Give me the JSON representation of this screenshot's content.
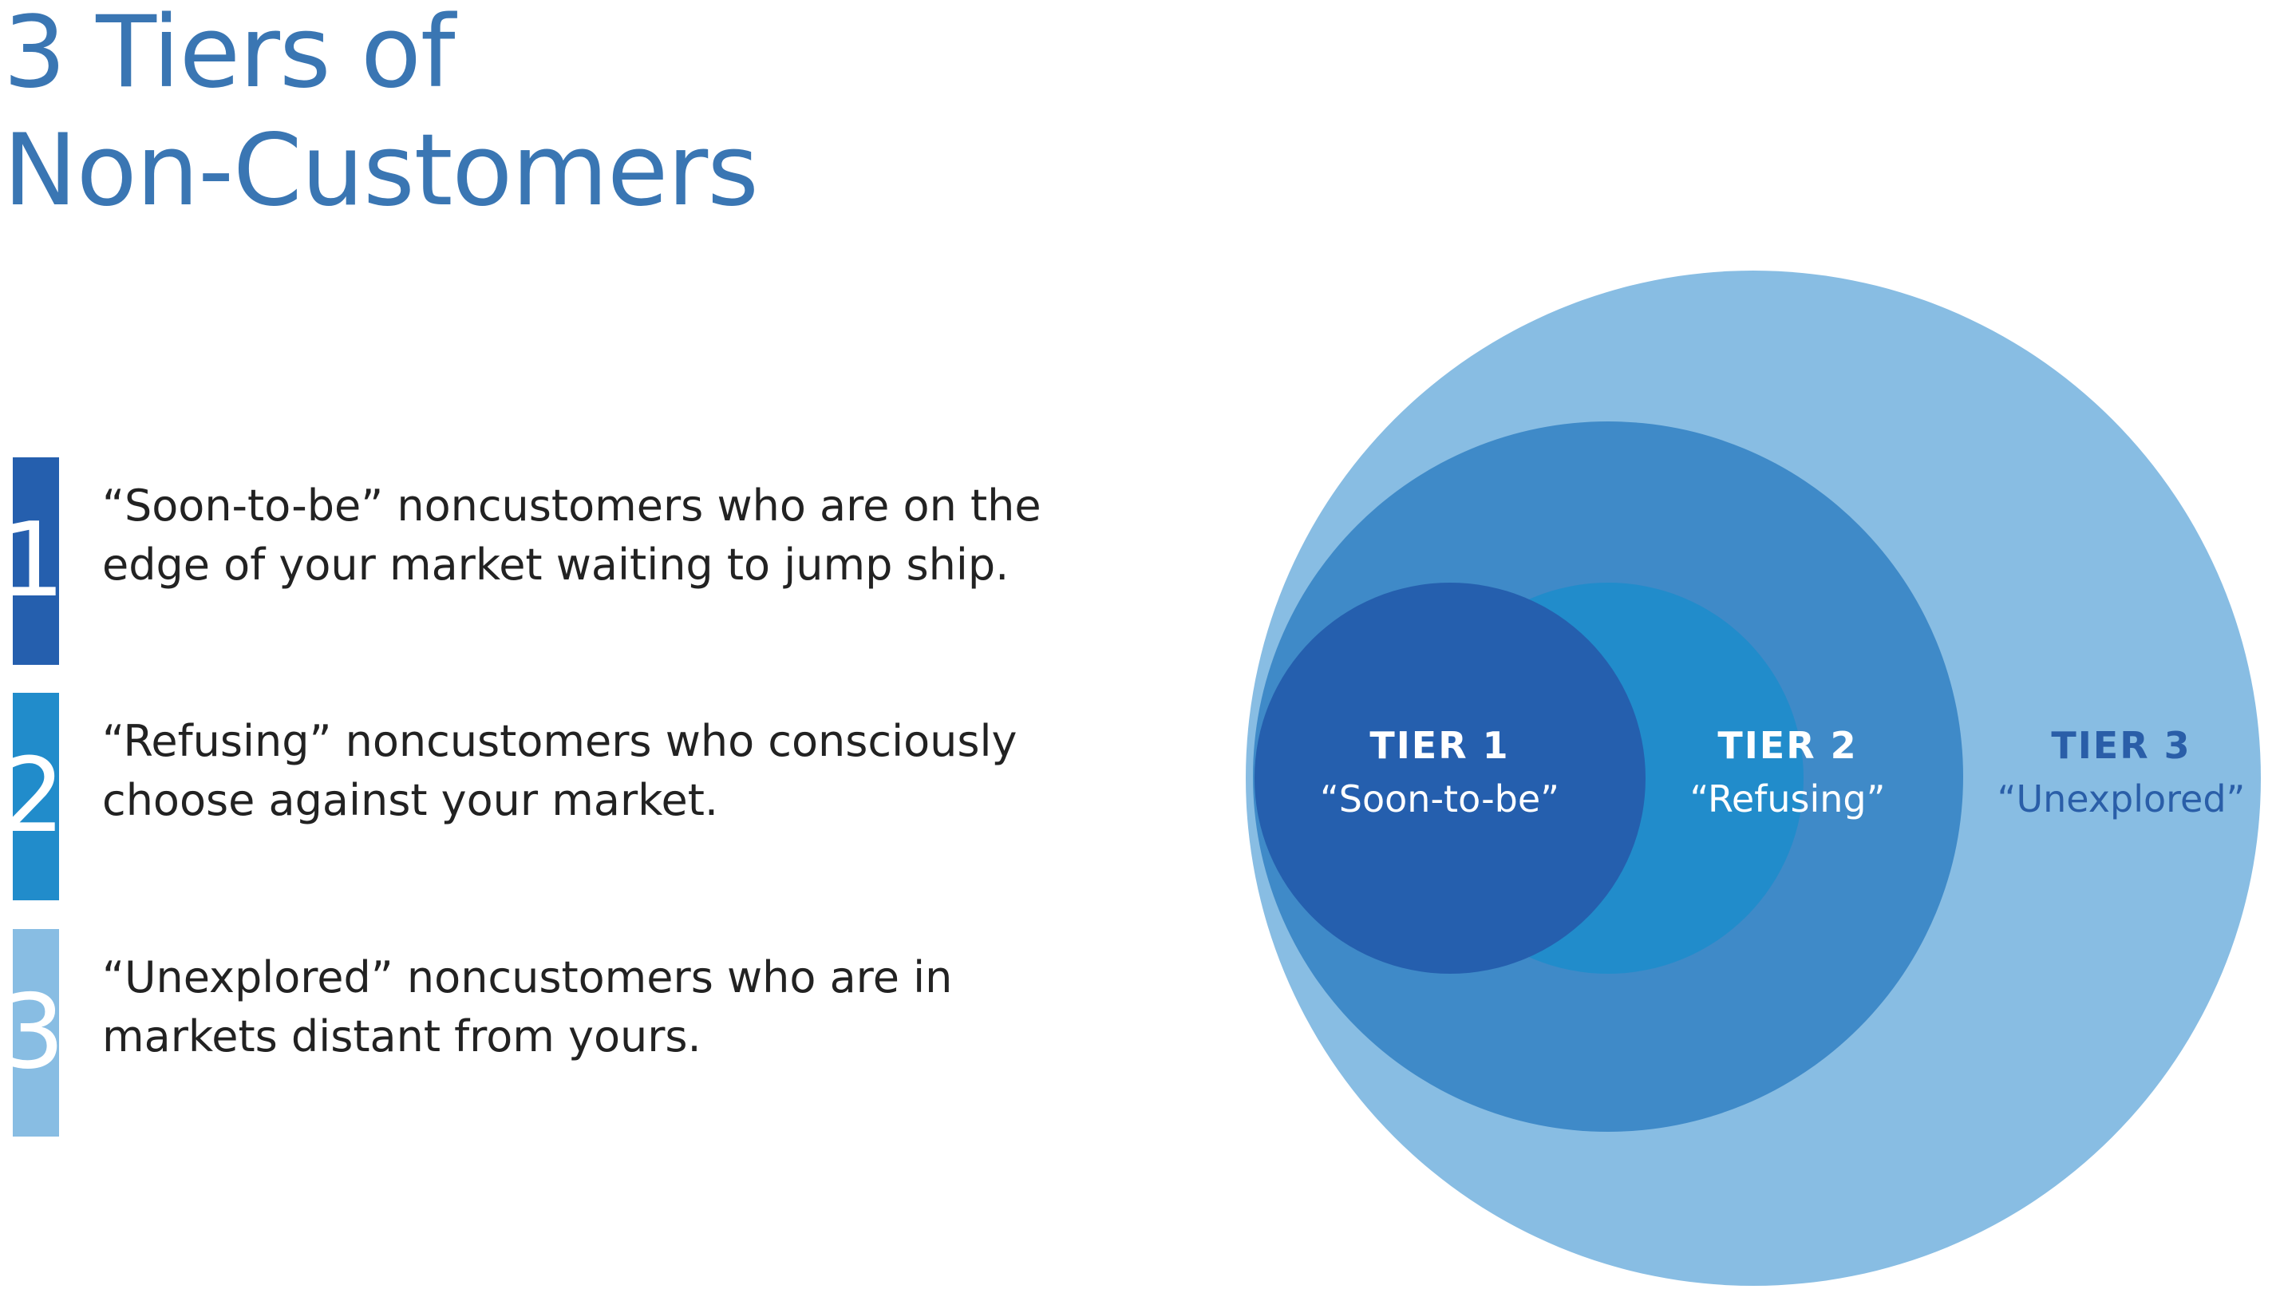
{
  "title": {
    "line1": "3 Tiers of",
    "line2": "Non-Customers"
  },
  "tiers": [
    {
      "number": "1",
      "color": "#255fae",
      "description_line1": "“Soon-to-be” noncustomers who are on the",
      "description_line2": "edge of your market waiting to jump ship."
    },
    {
      "number": "2",
      "color": "#218ccb",
      "description_line1": "“Refusing” noncustomers who consciously",
      "description_line2": "choose against your market."
    },
    {
      "number": "3",
      "color": "#88bde3",
      "description_line1": "“Unexplored” noncustomers who are in",
      "description_line2": "markets distant from yours."
    }
  ],
  "diagram": {
    "tier1": {
      "heading": "TIER 1",
      "name": "“Soon-to-be”",
      "color": "#255fae",
      "label_color": "#ffffff"
    },
    "tier2": {
      "heading": "TIER 2",
      "name": "“Refusing”",
      "color": "#218ccb",
      "label_color": "#ffffff"
    },
    "tier3": {
      "heading": "TIER 3",
      "name": "“Unexplored”",
      "color": "#88bde3",
      "label_color": "#2a5ea8"
    },
    "middle_ring_color": "#3f8ac8"
  }
}
